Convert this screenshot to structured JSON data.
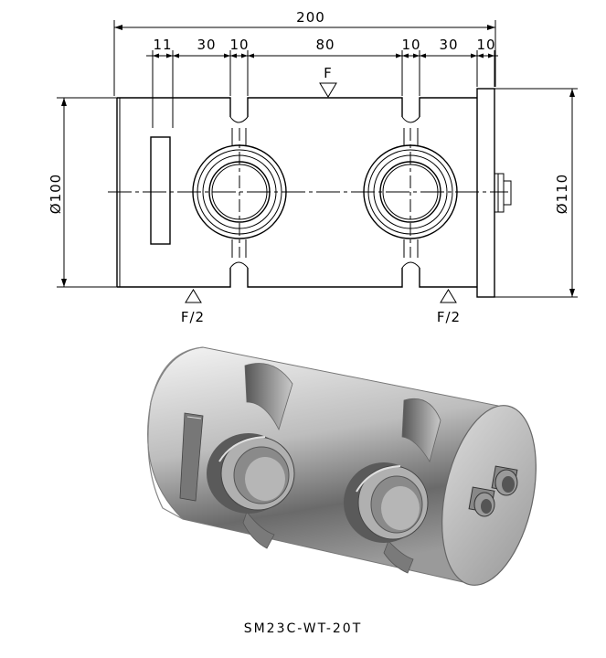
{
  "drawing": {
    "dimensions": {
      "overall": "200",
      "d1": "11",
      "d2": "30",
      "d3": "10",
      "d4": "80",
      "d5": "10",
      "d6": "30",
      "d7": "10",
      "left_dia": "Ø100",
      "right_dia": "Ø110"
    },
    "loads": {
      "top": "F",
      "bottom_left": "F/2",
      "bottom_right": "F/2"
    }
  },
  "caption": "SM23C-WT-20T"
}
